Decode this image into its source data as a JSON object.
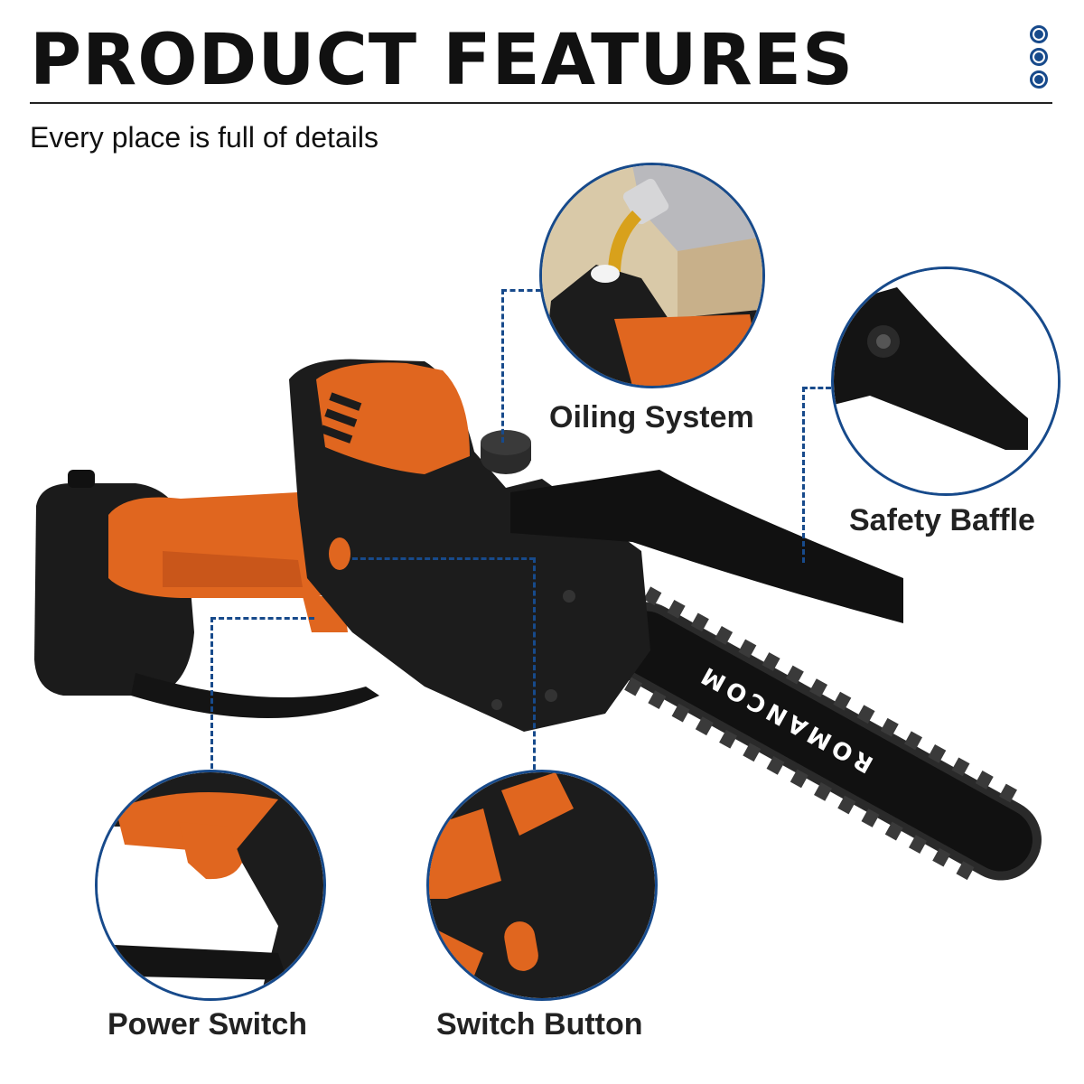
{
  "header": {
    "title": "PRODUCT FEATURES",
    "subtitle": "Every place is full of details"
  },
  "features": {
    "oiling": "Oiling System",
    "baffle": "Safety Baffle",
    "power": "Power Switch",
    "switch": "Switch Button"
  },
  "brand": "ROMANCOM",
  "colors": {
    "accent": "#174a8b",
    "orange": "#e0661f",
    "body": "#1c1c1c"
  }
}
